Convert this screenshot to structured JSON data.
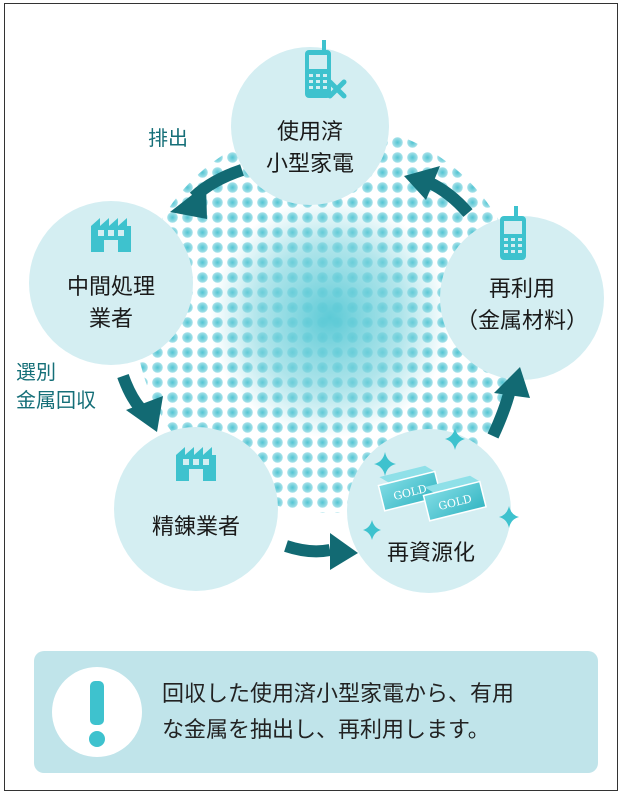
{
  "nodes": {
    "used_appliances": {
      "line1": "使用済",
      "line2": "小型家電"
    },
    "intermediate_processor": {
      "line1": "中間処理",
      "line2": "業者"
    },
    "reuse": {
      "line1": "再利用",
      "line2": "（金属材料）"
    },
    "smelter": {
      "label": "精錬業者"
    },
    "recycling": {
      "label": "再資源化",
      "bar_text_1": "GOLD",
      "bar_text_2": "GOLD"
    }
  },
  "edges": {
    "discharge": "排出",
    "sorting_line1": "選別",
    "sorting_line2": "金属回収"
  },
  "notice": {
    "line1": "回収した使用済小型家電から、有用",
    "line2": "な金属を抽出し、再利用します。"
  },
  "colors": {
    "node_fill": "#d4eef2",
    "accent": "#3ec2ce",
    "arrow": "#126a73",
    "dots": "#7fd4de",
    "notice_bg": "#c0e4ea"
  },
  "icons": [
    "mobile-phone-with-x-icon",
    "factory-icon",
    "mobile-phone-icon",
    "gold-bars-icon",
    "sparkle-icon",
    "exclamation-icon"
  ]
}
